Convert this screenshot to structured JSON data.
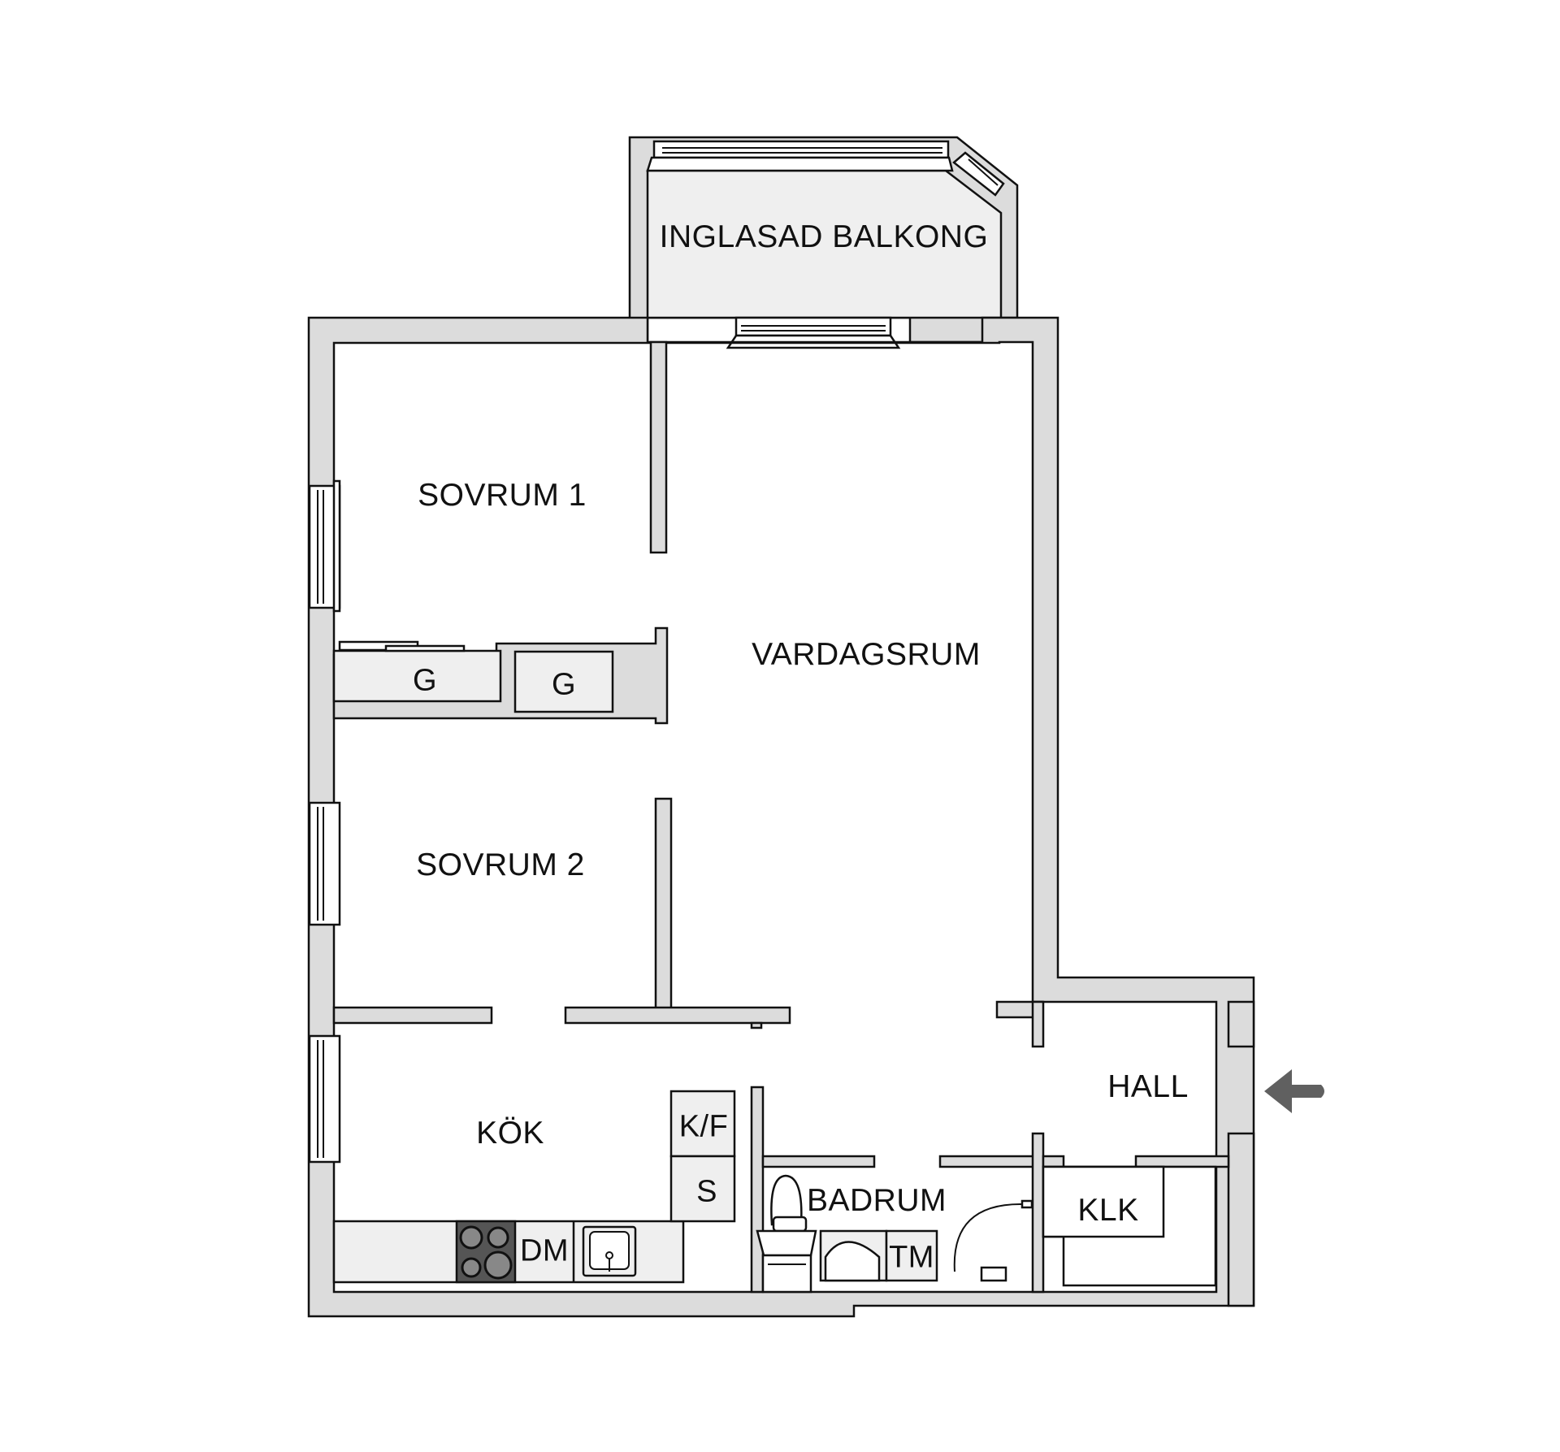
{
  "floorplan": {
    "rooms": [
      {
        "id": "balkong",
        "label": "INGLASAD BALKONG"
      },
      {
        "id": "sovrum1",
        "label": "SOVRUM 1"
      },
      {
        "id": "vardagsrum",
        "label": "VARDAGSRUM"
      },
      {
        "id": "sovrum2",
        "label": "SOVRUM 2"
      },
      {
        "id": "kok",
        "label": "KÖK"
      },
      {
        "id": "badrum",
        "label": "BADRUM"
      },
      {
        "id": "hall",
        "label": "HALL"
      },
      {
        "id": "klk",
        "label": "KLK"
      }
    ],
    "fixtures": [
      {
        "id": "garderob1",
        "label": "G"
      },
      {
        "id": "garderob2",
        "label": "G"
      },
      {
        "id": "kyl_frys",
        "label": "K/F"
      },
      {
        "id": "skap",
        "label": "S"
      },
      {
        "id": "diskmaskin",
        "label": "DM"
      },
      {
        "id": "tvattmaskin",
        "label": "TM"
      }
    ],
    "entrance_arrow": {
      "icon": "arrow-left-icon",
      "color": "#606060"
    },
    "colors": {
      "wall": "#dcdcdc",
      "fixture": "#efefef",
      "stove": "#555555",
      "line": "#111111"
    }
  }
}
